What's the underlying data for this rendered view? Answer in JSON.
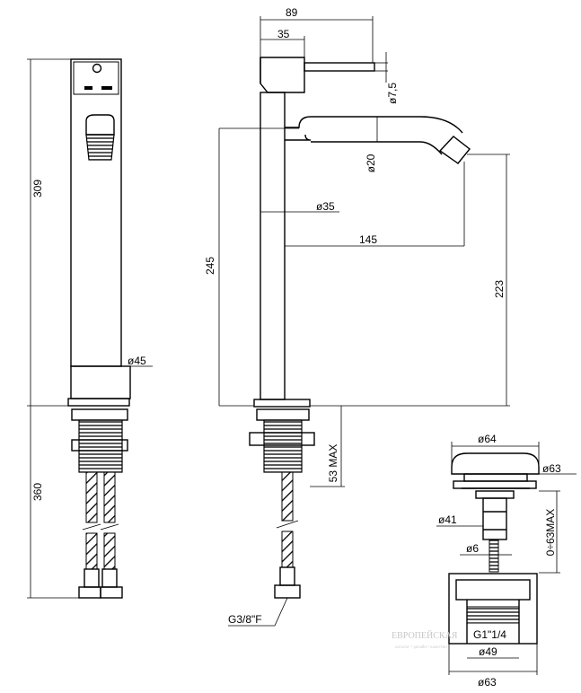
{
  "drawing": {
    "side_view": {
      "total_height": "309",
      "base_diameter": "ø45",
      "under_basin_length": "360"
    },
    "front_view": {
      "top_width": "89",
      "handle_width": "35",
      "lever_diameter": "ø7,5",
      "spout_diameter": "ø20",
      "body_diameter": "ø35",
      "spout_reach": "145",
      "body_height": "245",
      "outlet_height": "223",
      "max_counter_thickness": "53 MAX",
      "hose_thread": "G3/8\"F"
    },
    "waste": {
      "cap_diameter_top": "ø64",
      "cap_diameter": "ø63",
      "body_diameter": "ø41",
      "rod_diameter": "ø6",
      "adjustment": "0÷63MAX",
      "thread": "G1\"1/4",
      "thread_diameter": "ø49",
      "flange_diameter": "ø63"
    },
    "watermark": {
      "name": "ЕВРОПЕЙСКАЯ",
      "tagline": "каталог • дизайн • качество"
    }
  }
}
